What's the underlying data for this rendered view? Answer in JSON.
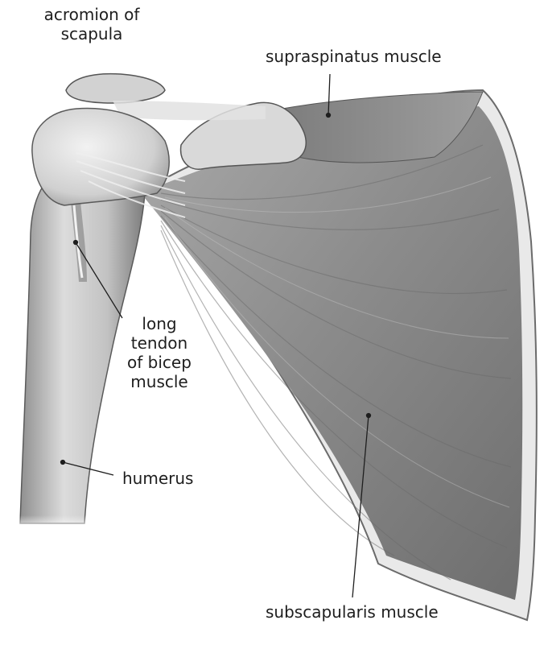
{
  "labels": {
    "acromion_line1": "acromion of",
    "acromion_line2": "scapula",
    "supraspinatus": "supraspinatus muscle",
    "tendon_line1": "long",
    "tendon_line2": "tendon",
    "tendon_line3": "of bicep",
    "tendon_line4": "muscle",
    "humerus": "humerus",
    "subscapularis": "subscapularis muscle"
  },
  "colors": {
    "background": "#ffffff",
    "muscle_mid": "#8a8a8a",
    "muscle_dark": "#5e5e5e",
    "bone_light": "#e6e6e6",
    "bone_mid": "#b4b4b4",
    "leader_line": "#1e1e1e"
  }
}
